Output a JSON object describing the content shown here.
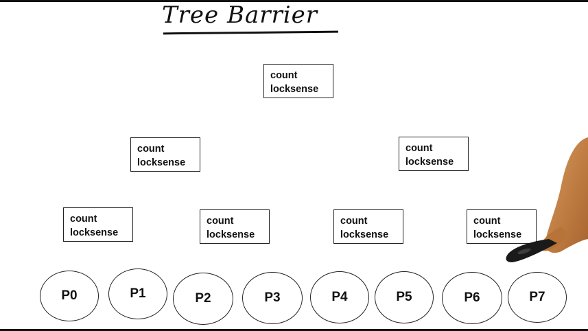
{
  "title": "Tree Barrier",
  "node_text": {
    "line1": "count",
    "line2": "locksense"
  },
  "processors": [
    "P0",
    "P1",
    "P2",
    "P3",
    "P4",
    "P5",
    "P6",
    "P7"
  ],
  "colors": {
    "ink": "#111111",
    "skin": "#c8874a",
    "marker": "#1a1a1a"
  }
}
